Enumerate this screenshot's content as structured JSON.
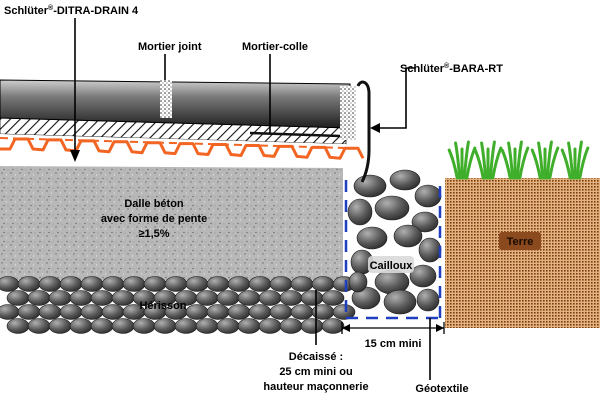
{
  "labels": {
    "ditra_brand": "Schlüter",
    "ditra_product": "-DITRA-DRAIN 4",
    "registered": "®",
    "mortier_joint": "Mortier joint",
    "mortier_colle": "Mortier-colle",
    "bara_brand": "Schlüter",
    "bara_product": "-BARA-RT",
    "dalle_line1": "Dalle béton",
    "dalle_line2": "avec forme de pente",
    "dalle_line3": "≥1,5%",
    "cailloux": "Cailloux",
    "terre": "Terre",
    "herisson": "Hérisson",
    "largeur": "15 cm mini",
    "decaisse_line1": "Décaissé :",
    "decaisse_line2": "25 cm mini ou",
    "decaisse_line3": "hauteur maçonnerie",
    "geotextile": "Géotextile"
  },
  "colors": {
    "ditra_orange": "#f26522",
    "geotextile_blue": "#1f3fbf",
    "grass_green": "#3fae2a",
    "concrete_gray": "#b8b8b8",
    "soil_brown": "#8a4a1e",
    "label_box": "#d9d9d9"
  }
}
